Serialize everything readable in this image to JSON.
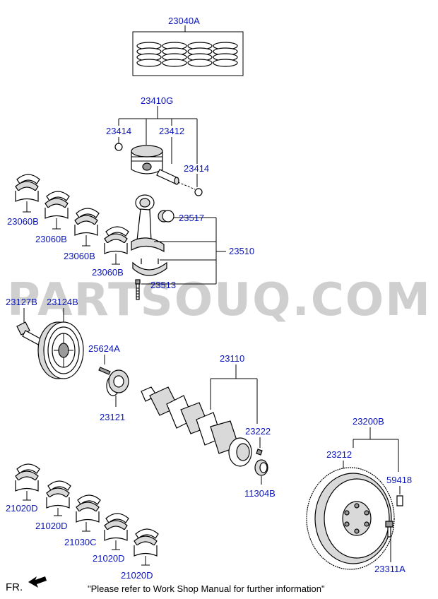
{
  "watermark": "PARTSOUQ.COM",
  "labels": {
    "ring_set": "23040A",
    "piston": "23410G",
    "snap_ring_left": "23414",
    "piston_pin": "23412",
    "snap_ring_right": "23414",
    "bearing_1": "23060B",
    "bearing_2": "23060B",
    "bearing_3": "23060B",
    "bearing_4": "23060B",
    "bushing": "23517",
    "con_rod_assy": "23510",
    "con_rod_bolt": "23513",
    "pulley_bolt": "23127B",
    "damper_pulley": "23124B",
    "key": "25624A",
    "sprocket": "23121",
    "crankshaft": "23110",
    "pin": "23222",
    "oil_seal": "11304B",
    "flywheel_assy": "23200B",
    "ring_gear": "23212",
    "dowel": "59418",
    "flywheel_bolt": "23311A",
    "main_bearing_1": "21020D",
    "main_bearing_2": "21020D",
    "thrust_bearing": "21030C",
    "main_bearing_3": "21020D",
    "main_bearing_4": "21020D"
  },
  "direction_label": "FR.",
  "footnote": "\"Please refer to Work Shop Manual for further information\""
}
